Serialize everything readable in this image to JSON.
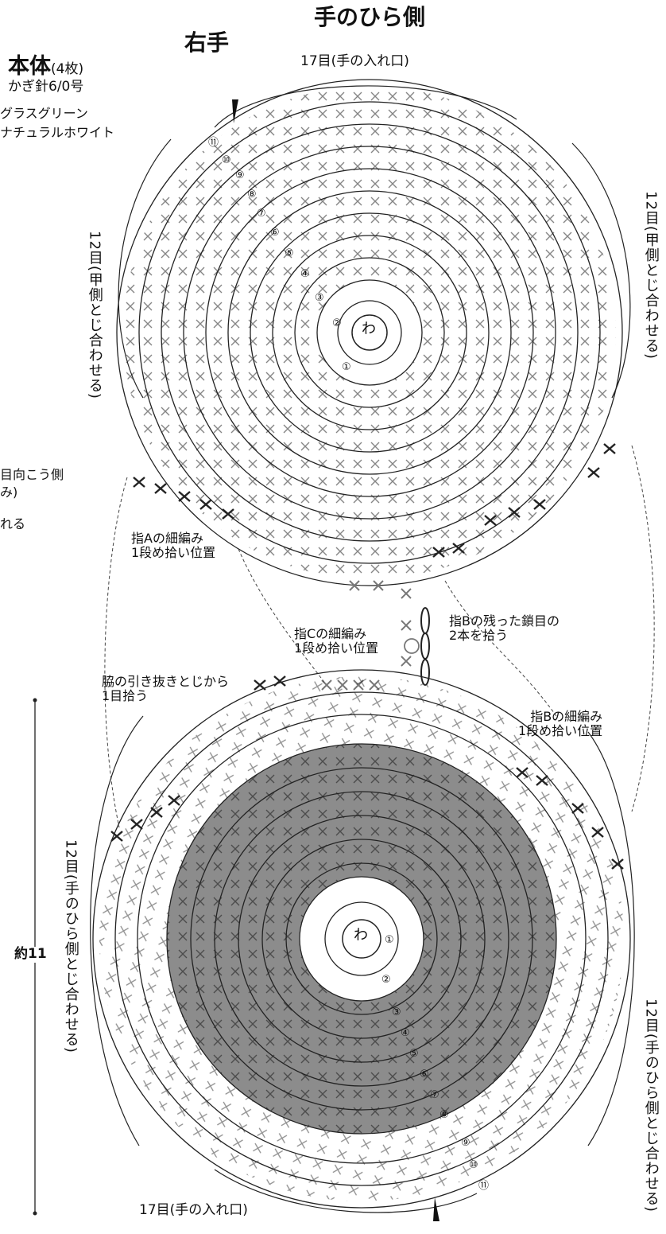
{
  "header": {
    "side_label": "手のひら側",
    "hand_label": "右手"
  },
  "body_info": {
    "title": "本体",
    "count": "(4枚)",
    "hook": "かぎ針6/0号",
    "color1": "グラスグリーン",
    "color2": "ナチュラルホワイト"
  },
  "left_notes": {
    "note1": "目向こう側",
    "note2": "み)",
    "note3": "れる"
  },
  "top_circle": {
    "opening": "17目(手の入れ口)",
    "left_join": "12目(甲側とじ合わせる)",
    "right_join": "12目(甲側とじ合わせる)",
    "center": "わ",
    "round_labels": [
      "①",
      "②",
      "③",
      "④",
      "⑤",
      "⑥",
      "⑦",
      "⑧",
      "⑨",
      "⑩",
      "⑪"
    ]
  },
  "bottom_circle": {
    "opening": "17目(手の入れ口)",
    "left_join": "12目(手のひら側とじ合わせる)",
    "right_join": "12目(手のひら側とじ合わせる)",
    "center": "わ",
    "round_labels": [
      "①",
      "②",
      "③",
      "④",
      "⑤",
      "⑥",
      "⑦",
      "⑧",
      "⑨",
      "⑩",
      "⑪"
    ],
    "shade_color": "#8c8c8c"
  },
  "annotations": {
    "finger_a": "指Aの細編み\n1段め拾い位置",
    "finger_c": "指Cの細編み\n1段め拾い位置",
    "finger_b_chain": "指Bの残った鎖目の\n2本を拾う",
    "finger_b": "指Bの細編み\n1段め拾い位置",
    "side_pick": "脇の引き抜きとじから\n1目拾う",
    "size": "約11"
  }
}
